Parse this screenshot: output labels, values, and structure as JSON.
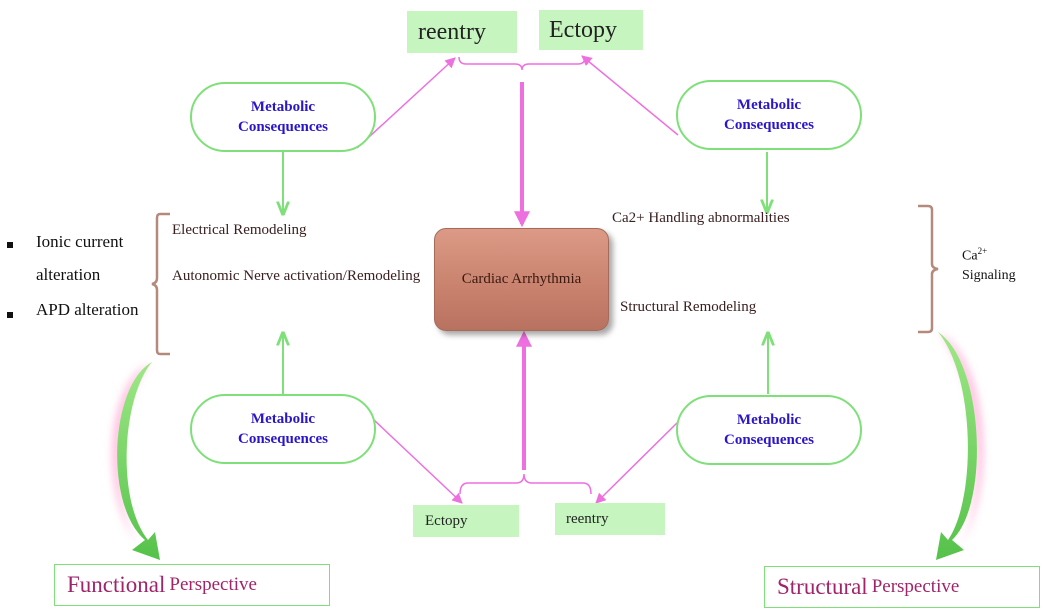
{
  "center": {
    "label": "Cardiac Arrhythmia"
  },
  "top_boxes": {
    "reentry": "reentry",
    "ectopy": "Ectopy"
  },
  "bottom_boxes": {
    "ectopy": "Ectopy",
    "reentry": "reentry"
  },
  "metabolic": {
    "tl": [
      "Metabolic",
      "Consequences"
    ],
    "tr": [
      "Metabolic",
      "Consequences"
    ],
    "bl": [
      "Metabolic",
      "Consequences"
    ],
    "br": [
      "Metabolic",
      "Consequences"
    ]
  },
  "left_labels": {
    "electrical": "Electrical  Remodeling",
    "autonomic": "Autonomic Nerve activation/Remodeling"
  },
  "right_labels": {
    "calcium": "Ca2+ Handling abnormalities",
    "structural": "Structural Remodeling"
  },
  "bullets": {
    "ionic_line1": "Ionic current",
    "ionic_line2": "alteration",
    "apd": "APD alteration"
  },
  "ca_signaling": {
    "base": "Ca",
    "sup": "2+",
    "line2": "Signaling"
  },
  "functional": {
    "big": "Functional",
    "small": "Perspective"
  },
  "structural_persp": {
    "big": "Structural",
    "small": "Perspective"
  },
  "colors": {
    "pill_border": "#7fe07a",
    "pill_text": "#2a16c8",
    "green_box": "#c7f5c0",
    "magenta": "#ee6fe0",
    "bracket": "#b58a7c",
    "perspective_text": "#a0246a",
    "center_box": "#d08e7a"
  }
}
